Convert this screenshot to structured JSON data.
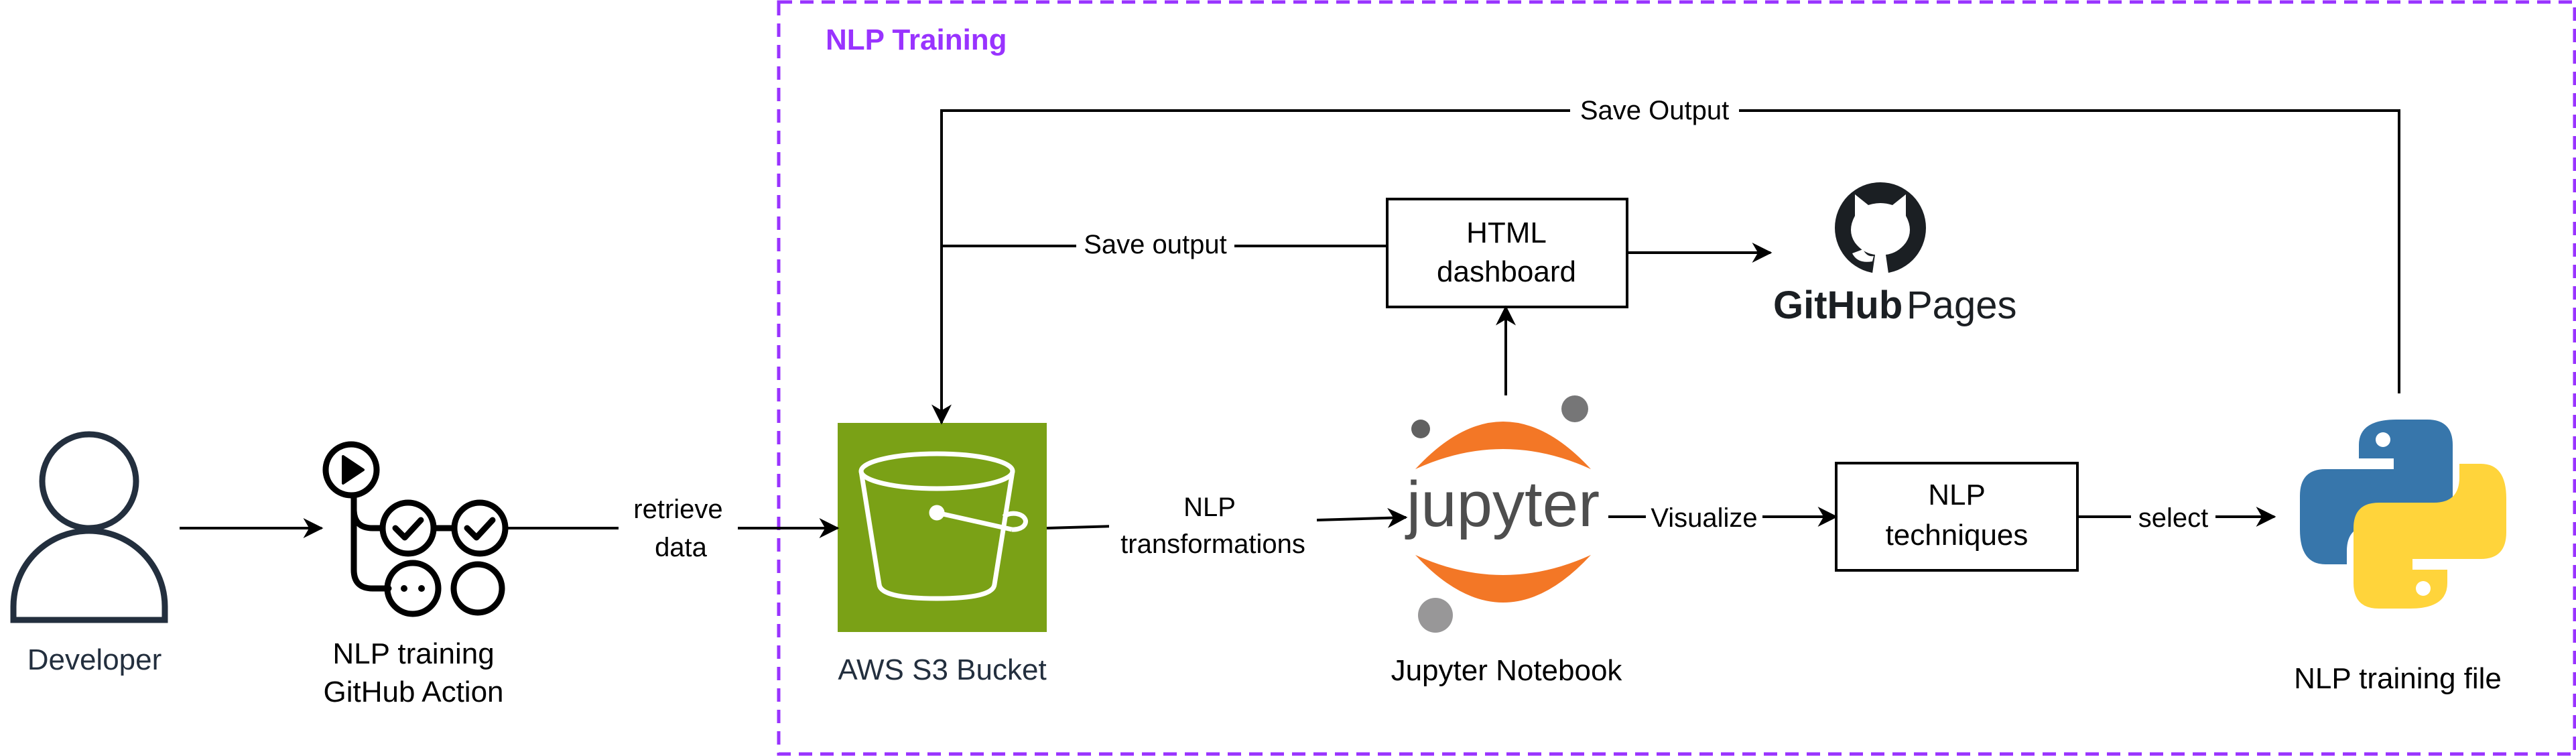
{
  "group": {
    "title": "NLP Training",
    "border_color": "#9933ff"
  },
  "nodes": {
    "developer": {
      "label": "Developer",
      "icon": "user-icon",
      "color": "#232f3e"
    },
    "github_action": {
      "label_line1": "NLP training",
      "label_line2": "GitHub Action",
      "icon": "github-actions-icon"
    },
    "s3": {
      "label": "AWS S3 Bucket",
      "icon": "s3-bucket-icon",
      "fill_color": "#7aa116",
      "text_color": "#232f3e"
    },
    "jupyter": {
      "label": "Jupyter Notebook",
      "logo_text": "jupyter",
      "icon": "jupyter-icon",
      "accent_color": "#f37726",
      "dot_color": "#9e9e9e"
    },
    "html_dashboard": {
      "label_line1": "HTML",
      "label_line2": "dashboard"
    },
    "github_pages": {
      "logo_bold": "GitHub",
      "logo_light": "Pages",
      "icon": "github-octocat-icon"
    },
    "nlp_techniques": {
      "label_line1": "NLP",
      "label_line2": "techniques"
    },
    "python_file": {
      "label": "NLP training file",
      "icon": "python-icon",
      "blue": "#3776ab",
      "yellow": "#ffd43b"
    }
  },
  "edges": {
    "retrieve_data": {
      "line1": "retrieve",
      "line2": "data"
    },
    "nlp_transformations": {
      "line1": "NLP",
      "line2": "transformations"
    },
    "visualize": {
      "label": "Visualize"
    },
    "select": {
      "label": "select"
    },
    "save_output_upper": {
      "label": "Save Output"
    },
    "save_output_lower": {
      "label": "Save output"
    }
  }
}
